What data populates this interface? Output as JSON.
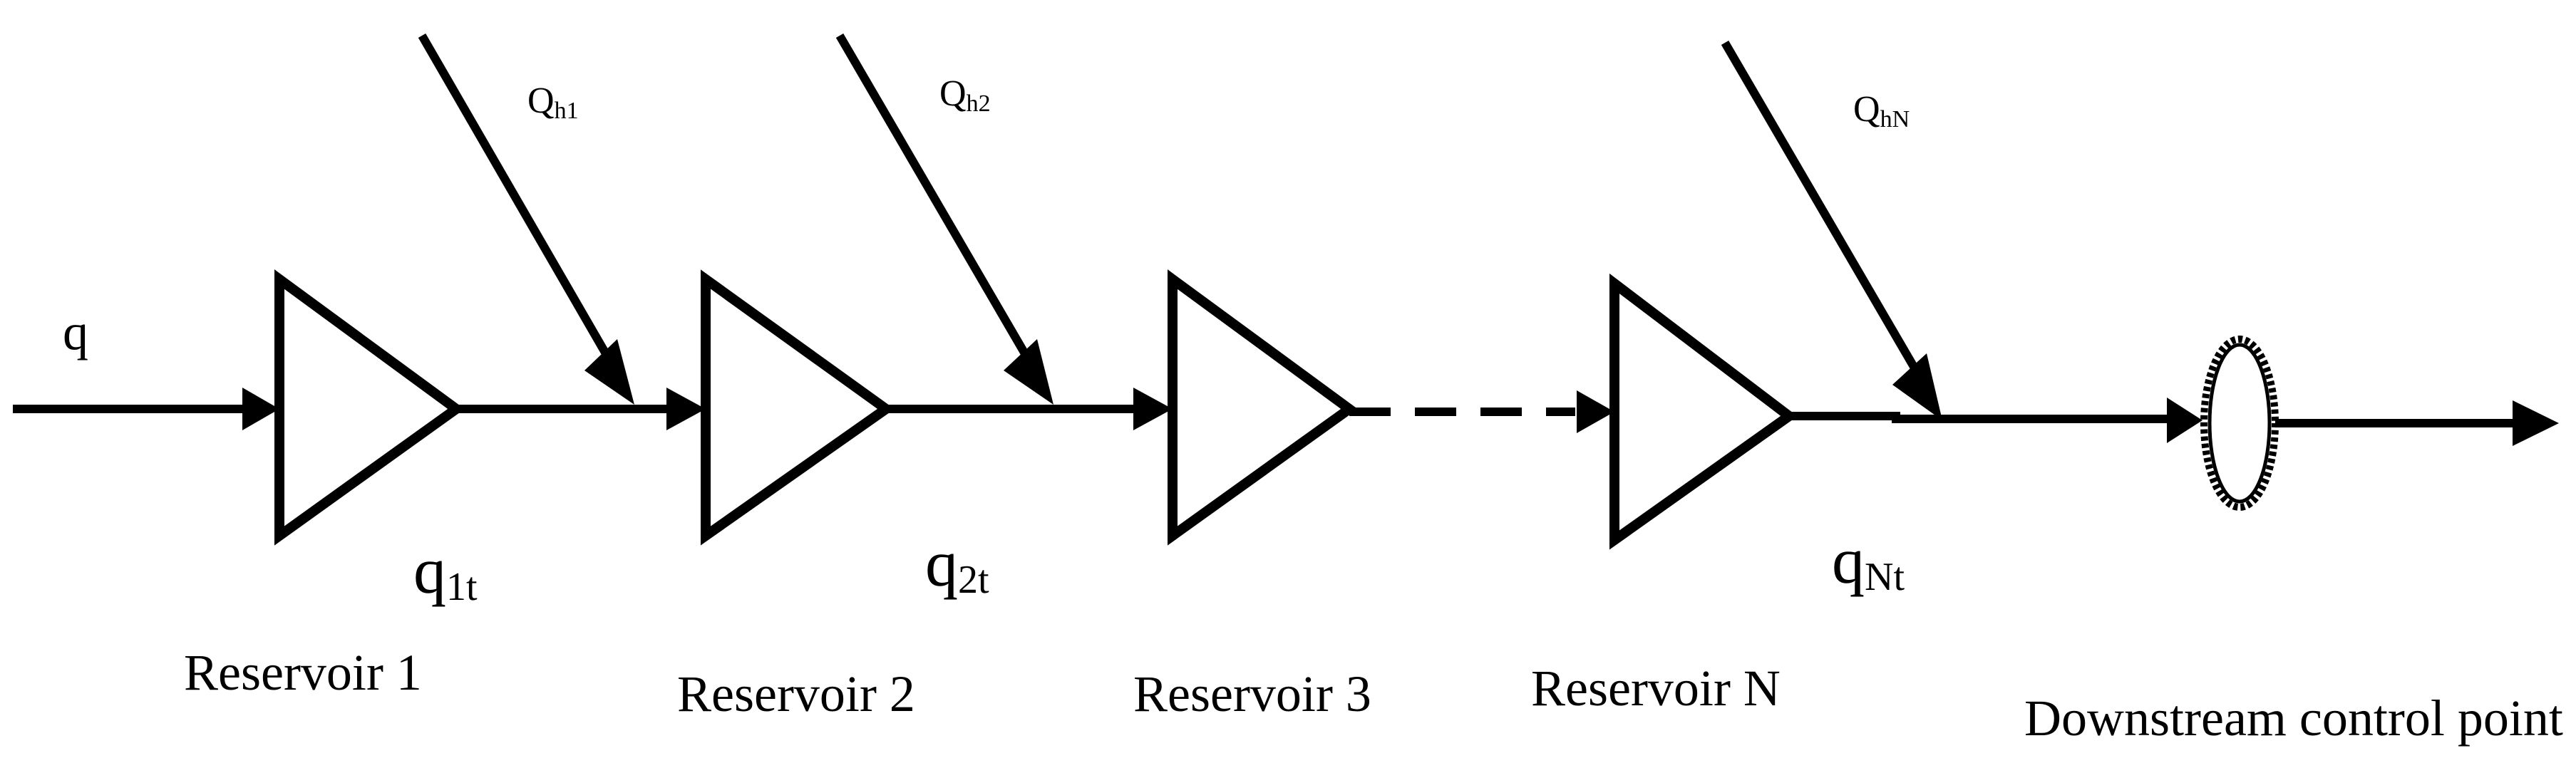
{
  "inflow": {
    "main": "q"
  },
  "reservoirs": [
    {
      "label": "Reservoir 1"
    },
    {
      "label": "Reservoir 2"
    },
    {
      "label": "Reservoir 3"
    },
    {
      "label": "Reservoir N"
    }
  ],
  "outflows": [
    {
      "main": "q",
      "sub": "1t"
    },
    {
      "main": "q",
      "sub": "2t"
    },
    {
      "main": "q",
      "sub": "Nt"
    }
  ],
  "lateral_inflows": [
    {
      "main": "Q",
      "sub": "h1"
    },
    {
      "main": "Q",
      "sub": "h2"
    },
    {
      "main": "Q",
      "sub": "hN"
    }
  ],
  "control_point": {
    "label": "Downstream control point"
  }
}
